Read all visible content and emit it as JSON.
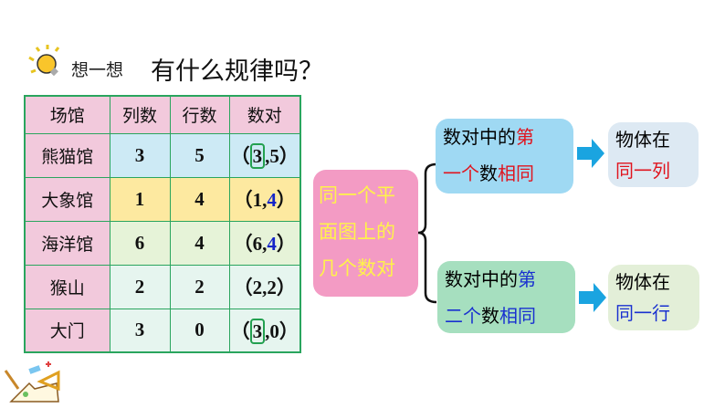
{
  "header": {
    "think_label": "想一想",
    "title": "有什么规律吗？"
  },
  "table": {
    "headers": [
      "场馆",
      "列数",
      "行数",
      "数对"
    ],
    "rows": [
      {
        "name": "熊猫馆",
        "col": "3",
        "row": "5",
        "pair_open": "（",
        "pair_a": "3",
        "pair_comma": ",",
        "pair_b": "5",
        "pair_close": "）"
      },
      {
        "name": "大象馆",
        "col": "1",
        "row": "4",
        "pair_open": "（",
        "pair_a": "1",
        "pair_comma": ",",
        "pair_b": "4",
        "pair_close": "）"
      },
      {
        "name": "海洋馆",
        "col": "6",
        "row": "4",
        "pair_open": "（",
        "pair_a": "6",
        "pair_comma": ",",
        "pair_b": "4",
        "pair_close": "）"
      },
      {
        "name": "猴山",
        "col": "2",
        "row": "2",
        "pair_open": "（",
        "pair_a": "2",
        "pair_comma": ",",
        "pair_b": "2",
        "pair_close": "）"
      },
      {
        "name": "大门",
        "col": "3",
        "row": "0",
        "pair_open": "（",
        "pair_a": "3",
        "pair_comma": ",",
        "pair_b": "0",
        "pair_close": "）"
      }
    ]
  },
  "diagram": {
    "root": [
      "同一个平",
      "面图上的",
      "几个数对"
    ],
    "top": {
      "a": "数对中的",
      "b": "第",
      "c": "一个",
      "d": "数",
      "e": "相同"
    },
    "top_result": {
      "a": "物体在",
      "b": "同一列"
    },
    "bottom": {
      "a": "数对中的",
      "b": "第",
      "c": "二个",
      "d": "数",
      "e": "相同"
    },
    "bottom_result": {
      "a": "物体在",
      "b": "同一行"
    }
  },
  "colors": {
    "grid": "#2aa55e",
    "pink": "#f2c9dc",
    "root": "#f39bc4",
    "blue_box": "#9fd9f3",
    "green_box": "#a6dfbf",
    "arrow": "#1aa4e0"
  }
}
